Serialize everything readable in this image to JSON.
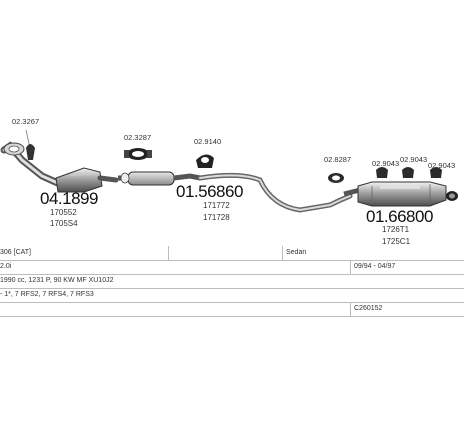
{
  "parts": {
    "p1_ref": "02.3267",
    "p1_num": "04.1899",
    "p1_sub1": "170552",
    "p1_sub2": "1705S4",
    "p2_ref": "02.3287",
    "p3_ref": "02.9140",
    "p3_num": "01.56860",
    "p3_sub1": "171772",
    "p3_sub2": "171728",
    "p4_ref": "02.8287",
    "p5_ref": "02.9043",
    "p6_ref": "02.9043",
    "p7_ref": "02.9043",
    "p7_num": "01.66800",
    "p7_sub1": "1726T1",
    "p7_sub2": "1725C1"
  },
  "info": {
    "model": "306  [CAT]",
    "body": "Sedan",
    "engine": "2.0i",
    "years": "09/94 - 04/97",
    "specs": "1990 cc, 1231 P, 90 KW MF XU10J2",
    "codes": "- 1*, 7 RFS2, 7 RFS4, 7 RFS3",
    "code": "C260152"
  }
}
